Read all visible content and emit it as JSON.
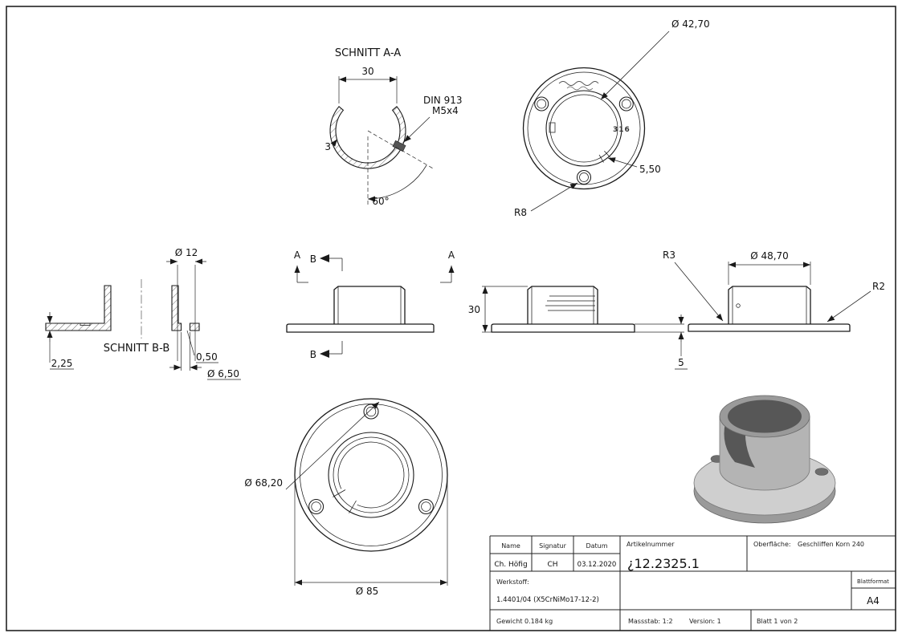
{
  "colors": {
    "line": "#1a1a1a",
    "render_light": "#cfcfcf",
    "render_mid": "#b4b4b4",
    "render_side": "#9a9a9a",
    "render_dark": "#575757"
  },
  "views": {
    "section_aa": {
      "title": "SCHNITT A-A",
      "dim_slot_width": "30",
      "note_din_line1": "DIN 913",
      "note_din_line2": "M5x4",
      "dim_wall_thickness": "3",
      "dim_angle": "60°"
    },
    "top_view": {
      "dim_bore": "Ø 42,70",
      "dim_slot": "5,50",
      "dim_hole_radius": "R8",
      "marking": "316"
    },
    "section_bb": {
      "title": "SCHNITT B-B",
      "dim_counterbore": "Ø 12",
      "dim_edge": "2,25",
      "dim_depth": "0,50",
      "dim_hole": "Ø 6,50"
    },
    "front_view": {
      "cut_label_a": "A",
      "cut_label_b": "B"
    },
    "side_view": {
      "dim_height": "30",
      "dim_base_height": "5"
    },
    "side_view_right": {
      "dim_fillet_inner": "R3",
      "dim_boss_dia": "Ø 48,70",
      "dim_fillet_outer": "R2"
    },
    "bottom_view": {
      "dim_bolt_circle": "Ø 68,20",
      "dim_outer_dia": "Ø 85"
    }
  },
  "title_block": {
    "name_label": "Name",
    "signatur_label": "Signatur",
    "datum_label": "Datum",
    "name_value": "Ch. Höfig",
    "signatur_value": "CH",
    "datum_value": "03.12.2020",
    "artikelnummer_label": "Artikelnummer",
    "artikelnummer_value": "¿12.2325.1",
    "oberflaeche_label": "Oberfläche:",
    "oberflaeche_value": "Geschliffen Korn 240",
    "werkstoff_label": "Werkstoff:",
    "werkstoff_value": "1.4401/04 (X5CrNiMo17-12-2)",
    "gewicht_value": "Gewicht 0.184 kg",
    "massstab_value": "Massstab: 1:2",
    "version_value": "Version: 1",
    "blatt_value": "Blatt 1 von 2",
    "blattformat_label": "Blattformat",
    "blattformat_value": "A4"
  }
}
